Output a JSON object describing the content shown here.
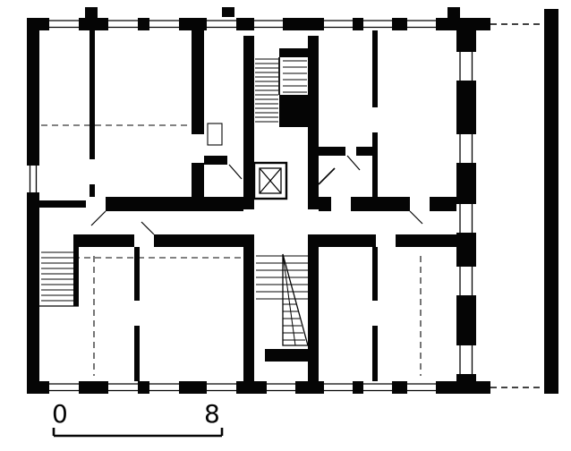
{
  "figure_type": "architectural floor plan",
  "scale_bar": {
    "start_label": "0",
    "end_label": "8"
  },
  "symbols": {
    "elevator": "crossed-box",
    "stairs": "hatched-treads",
    "windows": "double-line-wall-openings",
    "porch_edge": "dashed-line"
  },
  "colors": {
    "ink": "#000000",
    "paper": "#ffffff"
  }
}
